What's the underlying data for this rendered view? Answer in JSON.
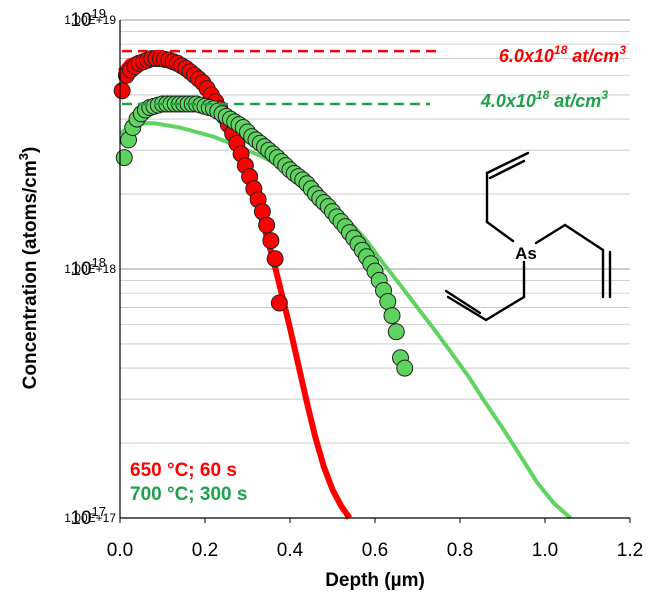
{
  "chart_data": {
    "type": "scatter",
    "xlabel": "Depth (µm)",
    "ylabel_main": "Concentration (atoms/cm",
    "ylabel_sup": "3",
    "ylabel_close": ")",
    "x_ticks": [
      "0.0",
      "0.2",
      "0.4",
      "0.6",
      "0.8",
      "1.0",
      "1.2"
    ],
    "y_ticks": [
      "1.00E+17",
      "1.00E+18",
      "1.00E+19"
    ],
    "y_ticks_overlay": [
      "10",
      "10",
      "10"
    ],
    "y_ticks_overlay_exp": [
      "17",
      "18",
      "19"
    ],
    "xlim": [
      0,
      1.2
    ],
    "ylim": [
      1e+17,
      1e+19
    ],
    "y_scale": "log",
    "grid": "horizontal",
    "colors": {
      "red": "#ff0000",
      "green": "#5fd35f",
      "green_text": "#1fa04a",
      "marker_edge": "#222222"
    },
    "series": [
      {
        "name": "650 °C; 60 s (SIMS)",
        "style": "line",
        "color": "#ff0000",
        "x": [
          0.0,
          0.02,
          0.04,
          0.06,
          0.08,
          0.1,
          0.12,
          0.14,
          0.16,
          0.18,
          0.2,
          0.22,
          0.24,
          0.26,
          0.28,
          0.3,
          0.32,
          0.34,
          0.36,
          0.38,
          0.4,
          0.42,
          0.44,
          0.46,
          0.48,
          0.5,
          0.52,
          0.54
        ],
        "y": [
          6.2e+18,
          6.8e+18,
          7e+18,
          7.1e+18,
          7.1e+18,
          7e+18,
          6.9e+18,
          6.7e+18,
          6.4e+18,
          6e+18,
          5.5e+18,
          4.9e+18,
          4.3e+18,
          3.6e+18,
          3e+18,
          2.4e+18,
          1.9e+18,
          1.45e+18,
          1.1e+18,
          8e+17,
          5.8e+17,
          4.1e+17,
          2.9e+17,
          2.1e+17,
          1.6e+17,
          1.3e+17,
          1.12e+17,
          1e+17
        ]
      },
      {
        "name": "650 °C; 60 s (simulation)",
        "style": "markers",
        "color": "#ff0000",
        "x": [
          0.005,
          0.015,
          0.025,
          0.035,
          0.045,
          0.055,
          0.065,
          0.075,
          0.085,
          0.095,
          0.105,
          0.115,
          0.125,
          0.135,
          0.145,
          0.155,
          0.165,
          0.175,
          0.185,
          0.195,
          0.205,
          0.215,
          0.225,
          0.235,
          0.245,
          0.255,
          0.265,
          0.275,
          0.285,
          0.295,
          0.305,
          0.315,
          0.325,
          0.335,
          0.345,
          0.355,
          0.365,
          0.375
        ],
        "y": [
          5.2e+18,
          6e+18,
          6.3e+18,
          6.5e+18,
          6.7e+18,
          6.8e+18,
          6.9e+18,
          7e+18,
          7e+18,
          7e+18,
          6.95e+18,
          6.9e+18,
          6.8e+18,
          6.7e+18,
          6.55e+18,
          6.4e+18,
          6.2e+18,
          6e+18,
          5.8e+18,
          5.6e+18,
          5.3e+18,
          5e+18,
          4.7e+18,
          4.4e+18,
          4.1e+18,
          3.8e+18,
          3.5e+18,
          3.2e+18,
          2.9e+18,
          2.6e+18,
          2.35e+18,
          2.1e+18,
          1.9e+18,
          1.7e+18,
          1.5e+18,
          1.3e+18,
          1.1e+18,
          7.3e+17
        ]
      },
      {
        "name": "700 °C; 300 s (SIMS)",
        "style": "line",
        "color": "#5fd35f",
        "x": [
          0.0,
          0.02,
          0.04,
          0.06,
          0.08,
          0.1,
          0.14,
          0.18,
          0.22,
          0.26,
          0.3,
          0.34,
          0.38,
          0.42,
          0.46,
          0.5,
          0.54,
          0.58,
          0.62,
          0.66,
          0.7,
          0.74,
          0.78,
          0.82,
          0.86,
          0.9,
          0.94,
          0.98,
          1.02,
          1.06
        ],
        "y": [
          3.5e+18,
          3.7e+18,
          3.8e+18,
          3.85e+18,
          3.85e+18,
          3.8e+18,
          3.7e+18,
          3.55e+18,
          3.4e+18,
          3.2e+18,
          3e+18,
          2.8e+18,
          2.55e+18,
          2.3e+18,
          2.05e+18,
          1.8e+18,
          1.55e+18,
          1.3e+18,
          1.05e+18,
          8.6e+17,
          7e+17,
          5.7e+17,
          4.6e+17,
          3.7e+17,
          2.9e+17,
          2.3e+17,
          1.8e+17,
          1.4e+17,
          1.15e+17,
          1e+17
        ]
      },
      {
        "name": "700 °C; 300 s (simulation)",
        "style": "markers",
        "color": "#5fd35f",
        "x": [
          0.01,
          0.02,
          0.03,
          0.04,
          0.05,
          0.06,
          0.07,
          0.08,
          0.09,
          0.1,
          0.11,
          0.12,
          0.13,
          0.14,
          0.15,
          0.16,
          0.17,
          0.18,
          0.19,
          0.2,
          0.21,
          0.22,
          0.23,
          0.24,
          0.25,
          0.26,
          0.27,
          0.28,
          0.29,
          0.3,
          0.31,
          0.32,
          0.33,
          0.34,
          0.35,
          0.36,
          0.37,
          0.38,
          0.39,
          0.4,
          0.41,
          0.42,
          0.43,
          0.44,
          0.45,
          0.46,
          0.47,
          0.48,
          0.49,
          0.5,
          0.51,
          0.52,
          0.53,
          0.54,
          0.55,
          0.56,
          0.57,
          0.58,
          0.59,
          0.6,
          0.61,
          0.62,
          0.63,
          0.64,
          0.65,
          0.66,
          0.67
        ],
        "y": [
          2.8e+18,
          3.3e+18,
          3.7e+18,
          4e+18,
          4.2e+18,
          4.35e+18,
          4.45e+18,
          4.5e+18,
          4.55e+18,
          4.6e+18,
          4.6e+18,
          4.6e+18,
          4.6e+18,
          4.6e+18,
          4.6e+18,
          4.6e+18,
          4.6e+18,
          4.6e+18,
          4.55e+18,
          4.5e+18,
          4.45e+18,
          4.4e+18,
          4.3e+18,
          4.2e+18,
          4.1e+18,
          4e+18,
          3.9e+18,
          3.8e+18,
          3.7e+18,
          3.55e+18,
          3.4e+18,
          3.3e+18,
          3.2e+18,
          3.1e+18,
          3e+18,
          2.9e+18,
          2.8e+18,
          2.7e+18,
          2.6e+18,
          2.5e+18,
          2.42e+18,
          2.35e+18,
          2.28e+18,
          2.2e+18,
          2.1e+18,
          2e+18,
          1.92e+18,
          1.85e+18,
          1.78e+18,
          1.7e+18,
          1.62e+18,
          1.55e+18,
          1.48e+18,
          1.4e+18,
          1.33e+18,
          1.26e+18,
          1.19e+18,
          1.12e+18,
          1.05e+18,
          9.8e+17,
          9e+17,
          8.2e+17,
          7.4e+17,
          6.5e+17,
          5.6e+17,
          4.4e+17,
          4e+17
        ]
      }
    ],
    "annotations": [
      {
        "main": "6.0x10",
        "sup": "18",
        "tail": " at/cm",
        "sup2": "3",
        "color": "#ff0000",
        "level": 7.5e+18
      },
      {
        "main": "4.0x10",
        "sup": "18",
        "tail": " at/cm",
        "sup2": "3",
        "color": "#1fa04a",
        "level": 4.6e+18
      }
    ],
    "legend": [
      {
        "label": "650 °C; 60 s",
        "color": "#ff0000"
      },
      {
        "label": "700 °C; 300 s",
        "color": "#1fa04a"
      }
    ],
    "molecule": {
      "atom_label": "As",
      "name_icon": "triallylarsine-structure-icon"
    }
  }
}
